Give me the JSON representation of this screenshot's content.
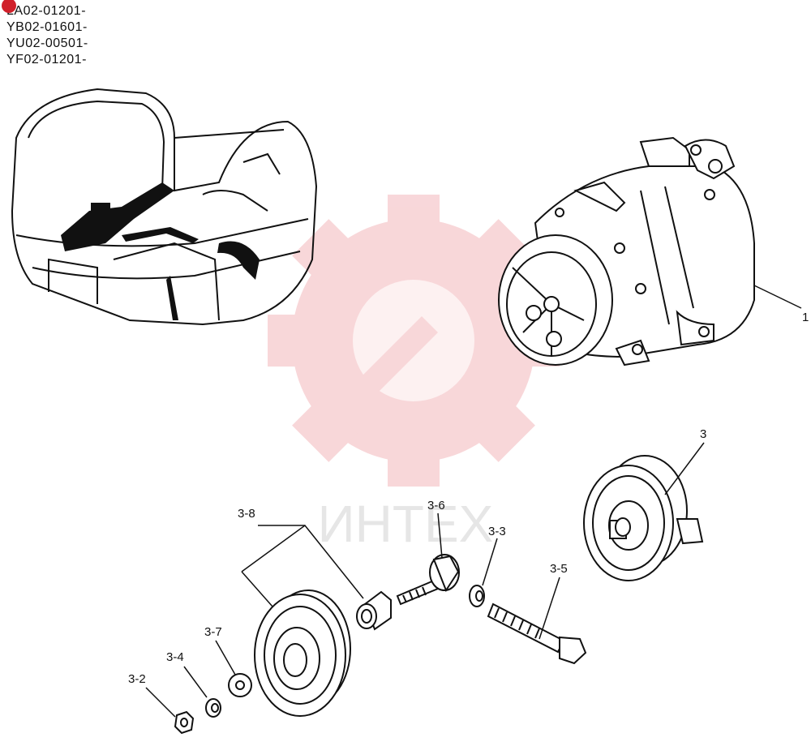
{
  "serial_ranges": [
    "LA02-01201-",
    "YB02-01601-",
    "YU02-00501-",
    "YF02-01201-"
  ],
  "watermark": {
    "text": "ИНТЕХ",
    "color": "#f3b7bb"
  },
  "callouts": {
    "compressor": "1",
    "pulley_assembly": "3",
    "nut": "3-2",
    "washer_a": "3-3",
    "spring_washer": "3-4",
    "bolt": "3-5",
    "bolt_short": "3-6",
    "washer_b": "3-7",
    "idler_pulley": "3-8"
  },
  "colors": {
    "line": "#111111",
    "accent": "#d0202a"
  }
}
